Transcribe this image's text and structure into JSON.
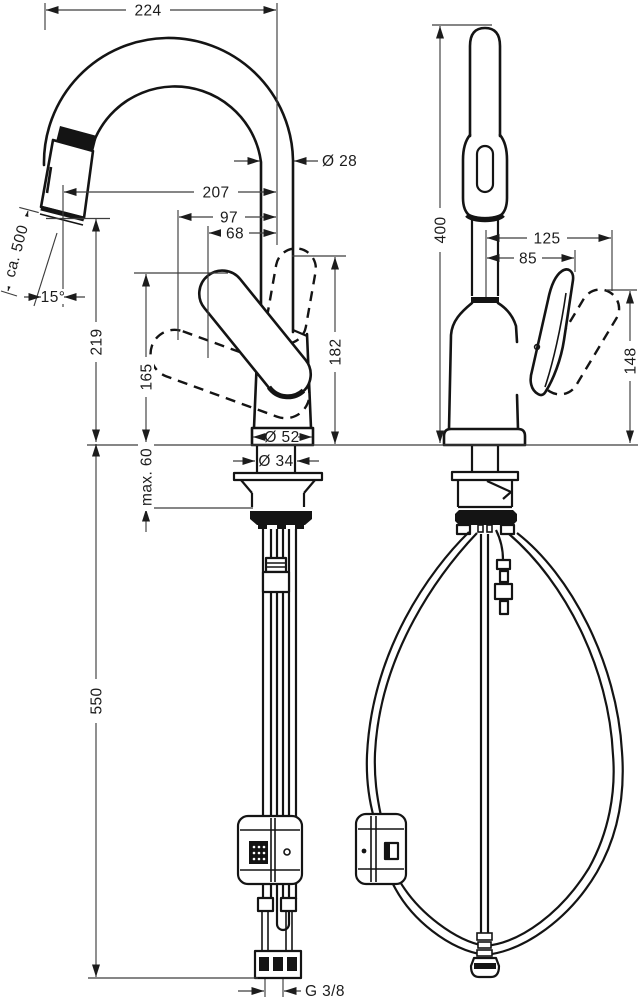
{
  "drawing": {
    "description": "Technical dimension drawing of a single-lever kitchen mixer tap with pull-out spray: front view and side view with under-counter supply hoses",
    "units": "mm",
    "front_view": {
      "label": "front-view",
      "dims": {
        "overall_width": "224",
        "spout_pipe_diameter": "Ø 28",
        "spout_reach": "207",
        "handle_offset_outer": "97",
        "handle_offset_inner": "68",
        "pullout_hose_extension": "ca. 500",
        "spray_angle": "15°",
        "outlet_height": "219",
        "body_height": "165",
        "handle_top_height": "182",
        "base_diameter": "Ø 52",
        "tap_hole_diameter": "Ø 34",
        "max_deck_thickness": "max. 60",
        "hose_length_below_deck": "550",
        "supply_thread": "G 3/8"
      }
    },
    "side_view": {
      "label": "side-view",
      "dims": {
        "overall_height": "400",
        "handle_reach_open": "125",
        "handle_reach_closed": "85",
        "handle_height_above_deck": "148"
      }
    },
    "colors": {
      "object_line": "#141414",
      "dimension_line": "#3d3d3d",
      "text": "#1c1c1c",
      "background": "#ffffff"
    }
  }
}
